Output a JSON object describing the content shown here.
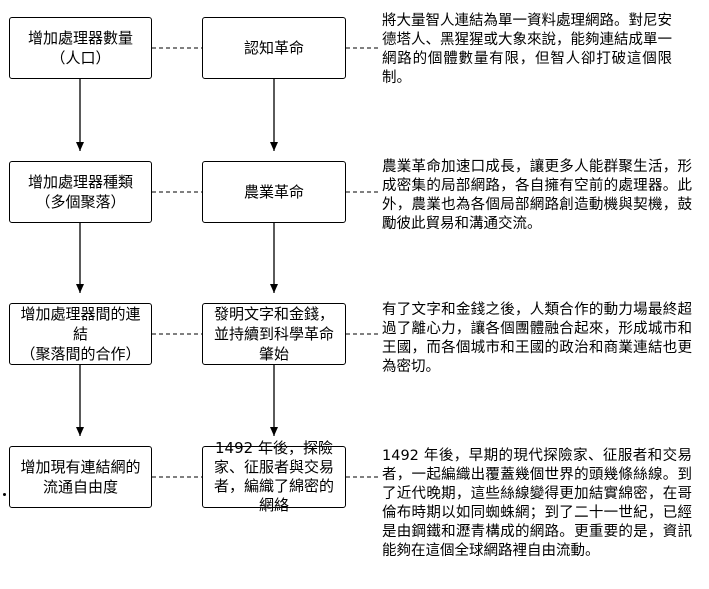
{
  "nodes": {
    "left": [
      "增加處理器數量\n（人口）",
      "增加處理器種類\n（多個聚落）",
      "增加處理器間的連結\n（聚落間的合作）",
      "增加現有連結網的流通自由度"
    ],
    "middle": [
      "認知革命",
      "農業革命",
      "發明文字和金錢，並持續到科學革命肇始",
      "1492 年後，探險家、征服者與交易者，編織了綿密的網絡"
    ],
    "right": [
      "將大量智人連結為單一資料處理網路。對尼安德塔人、黑猩猩或大象來說，能夠連結成單一網路的個體數量有限，但智人卻打破這個限制。",
      "農業革命加速口成長，讓更多人能群聚生活，形成密集的局部網路，各自擁有空前的處理器。此外，農業也為各個局部網路創造動機與契機，鼓勵彼此貿易和溝通交流。",
      "有了文字和金錢之後，人類合作的動力場最終超過了離心力，讓各個團體融合起來，形成城市和王國，而各個城市和王國的政治和商業連結也更為密切。",
      "1492 年後，早期的現代探險家、征服者和交易者，一起編織出覆蓋幾個世界的頭幾條絲線。到了近代晚期，這些絲線變得更加結實綿密，在哥倫布時期以如同蜘蛛網；到了二十一世紀，已經是由鋼鐵和瀝青構成的網路。更重要的是，資訊能夠在這個全球網路裡自由流動。"
    ]
  }
}
